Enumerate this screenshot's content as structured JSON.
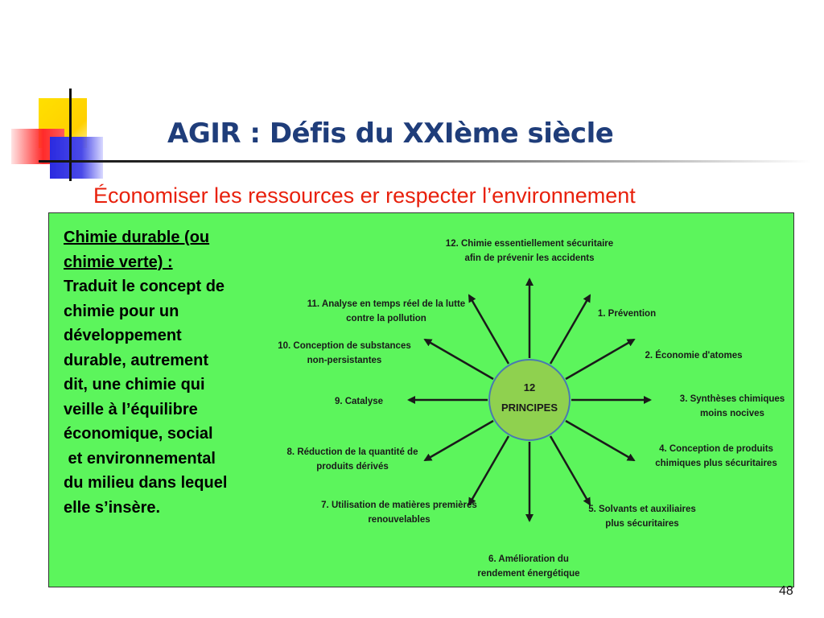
{
  "slide": {
    "title": "AGIR : Défis du XXIème siècle",
    "subtitle": "Économiser les ressources er respecter l’environnement",
    "page_number": "48"
  },
  "left_text": {
    "heading_lines": [
      "Chimie durable  (ou",
      "chimie verte) :"
    ],
    "body_lines": [
      "Traduit le concept de",
      "chimie pour un",
      "développement",
      "durable, autrement",
      "dit, une chimie qui",
      "veille à l’équilibre",
      "économique, social",
      " et environnemental",
      "du milieu dans lequel",
      "elle s’insère."
    ]
  },
  "diagram": {
    "center_lines": [
      "12",
      "PRINCIPES"
    ],
    "principles": [
      {
        "lines": [
          "12. Chimie essentiellement sécuritaire",
          "afin de prévenir les accidents"
        ]
      },
      {
        "lines": [
          "1. Prévention"
        ]
      },
      {
        "lines": [
          "2. Économie d'atomes"
        ]
      },
      {
        "lines": [
          "3. Synthèses chimiques",
          "moins nocives"
        ]
      },
      {
        "lines": [
          "4. Conception de produits",
          "chimiques plus sécuritaires"
        ]
      },
      {
        "lines": [
          "5. Solvants et auxiliaires",
          "plus sécuritaires"
        ]
      },
      {
        "lines": [
          "6. Amélioration du",
          "rendement énergétique"
        ]
      },
      {
        "lines": [
          "7. Utilisation de matières premières",
          "renouvelables"
        ]
      },
      {
        "lines": [
          "8. Réduction de la quantité de",
          "produits dérivés"
        ]
      },
      {
        "lines": [
          "9. Catalyse"
        ]
      },
      {
        "lines": [
          "10. Conception de substances",
          "non-persistantes"
        ]
      },
      {
        "lines": [
          "11. Analyse en temps réel de la lutte",
          "contre la pollution"
        ]
      }
    ],
    "colors": {
      "panel": "#5cf55c",
      "center": "#8fd14f",
      "center_border": "#4a7ab0",
      "arrow": "#1a1a1a"
    }
  }
}
